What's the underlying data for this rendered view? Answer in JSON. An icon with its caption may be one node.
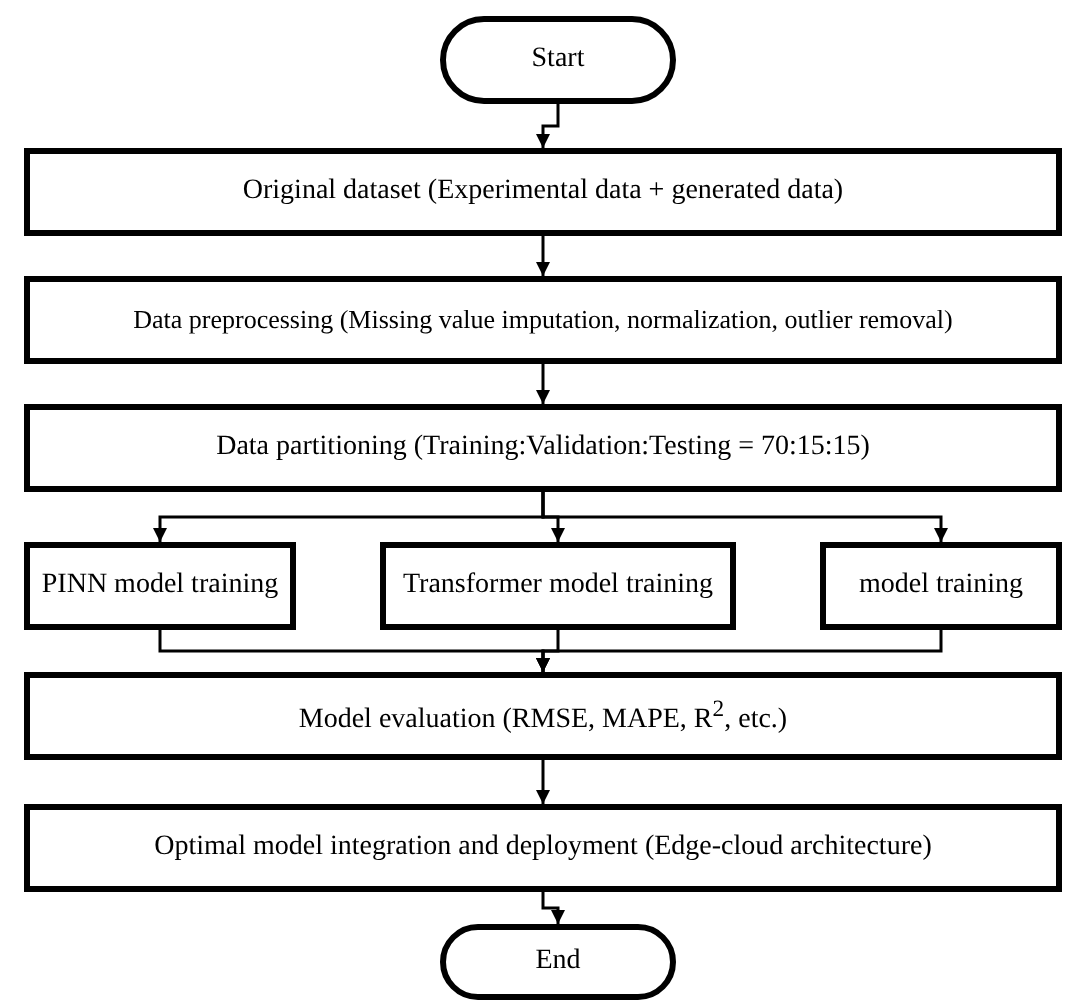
{
  "diagram": {
    "nodes": [
      {
        "text": [
          "Start"
        ]
      },
      {
        "text": [
          "Original dataset (Experimental data + generated data)"
        ]
      },
      {
        "text": [
          "Data preprocessing (Missing value imputation, normalization, outlier removal)"
        ]
      },
      {
        "text": [
          "Data partitioning (Training:Validation:Testing = 70:15:15)"
        ]
      },
      {
        "text": [
          "PINN model training"
        ]
      },
      {
        "text": [
          "Transformer model training"
        ]
      },
      {
        "text": [
          "model training"
        ]
      },
      {
        "text": [
          "Model evaluation (RMSE, MAPE, R$^{2}$, etc.)"
        ]
      },
      {
        "text": [
          "Optimal model integration and deployment (Edge-cloud architecture)"
        ]
      },
      {
        "text": [
          "End"
        ]
      }
    ],
    "edges": [
      {
        "from": 0,
        "to": 1,
        "arrow": "to"
      },
      {
        "from": 1,
        "to": 2,
        "arrow": "to"
      },
      {
        "from": 2,
        "to": 3,
        "arrow": "to"
      },
      {
        "from": 3,
        "to": 4,
        "arrow": "to"
      },
      {
        "from": 3,
        "to": 5,
        "arrow": "to"
      },
      {
        "from": 3,
        "to": 6,
        "arrow": "to"
      },
      {
        "from": 4,
        "to": 7,
        "arrow": "to"
      },
      {
        "from": 5,
        "to": 7,
        "arrow": "to"
      },
      {
        "from": 6,
        "to": 7,
        "arrow": "to"
      },
      {
        "from": 7,
        "to": 8,
        "arrow": "to"
      },
      {
        "from": 8,
        "to": 9,
        "arrow": "to"
      }
    ]
  }
}
